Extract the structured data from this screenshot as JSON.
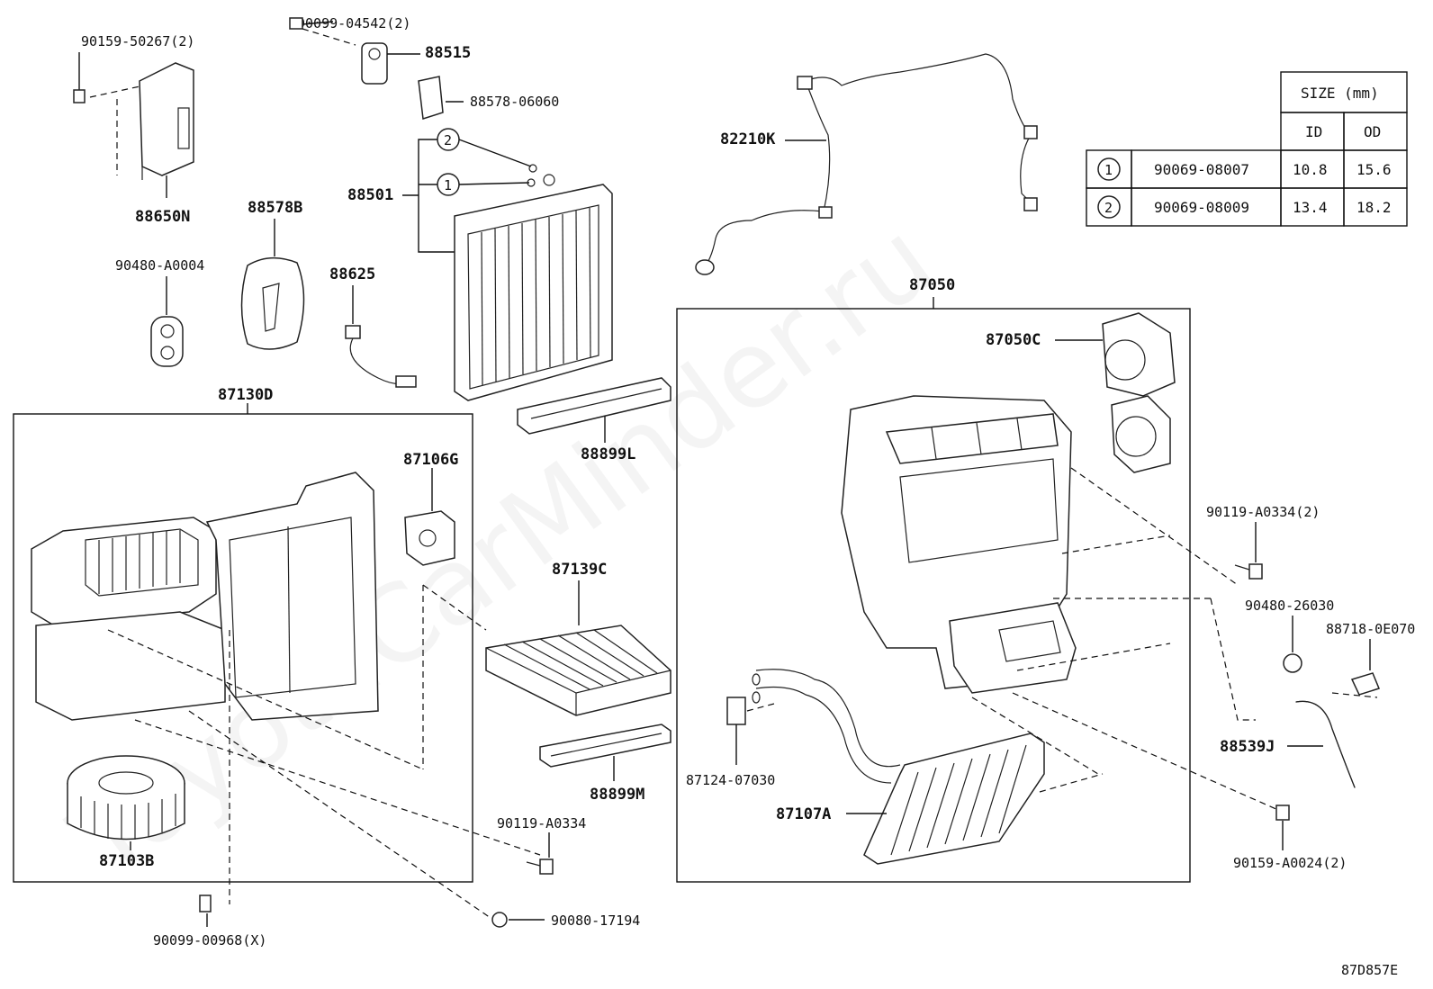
{
  "watermark": "ToyotaCarMinder.ru",
  "diagram_code": "87D857E",
  "labels": {
    "l90159_50267": "90159-50267(2)",
    "l90099_04542": "90099-04542(2)",
    "l88515": "88515",
    "l88578_06060": "88578-06060",
    "l88650n": "88650N",
    "l88578b": "88578B",
    "l90480_a0004": "90480-A0004",
    "l88625": "88625",
    "l88501": "88501",
    "l82210k": "82210K",
    "l87050": "87050",
    "l87050c": "87050C",
    "l87130d": "87130D",
    "l87106g": "87106G",
    "l88899l": "88899L",
    "l87139c": "87139C",
    "l88899m": "88899M",
    "l90119_a0334": "90119-A0334",
    "l90080_17194": "90080-17194",
    "l90099_00968": "90099-00968(X)",
    "l87103b": "87103B",
    "l87124_07030": "87124-07030",
    "l87107a": "87107A",
    "l90119_a0334_2": "90119-A0334(2)",
    "l90480_26030": "90480-26030",
    "l88718_0e070": "88718-0E070",
    "l88539j": "88539J",
    "l90159_a0024": "90159-A0024(2)"
  },
  "callouts": {
    "c1": "1",
    "c2": "2"
  },
  "size_table": {
    "header": "SIZE (mm)",
    "col_id": "ID",
    "col_od": "OD",
    "rows": [
      {
        "ref": "1",
        "part": "90069-08007",
        "id": "10.8",
        "od": "15.6"
      },
      {
        "ref": "2",
        "part": "90069-08009",
        "id": "13.4",
        "od": "18.2"
      }
    ]
  }
}
